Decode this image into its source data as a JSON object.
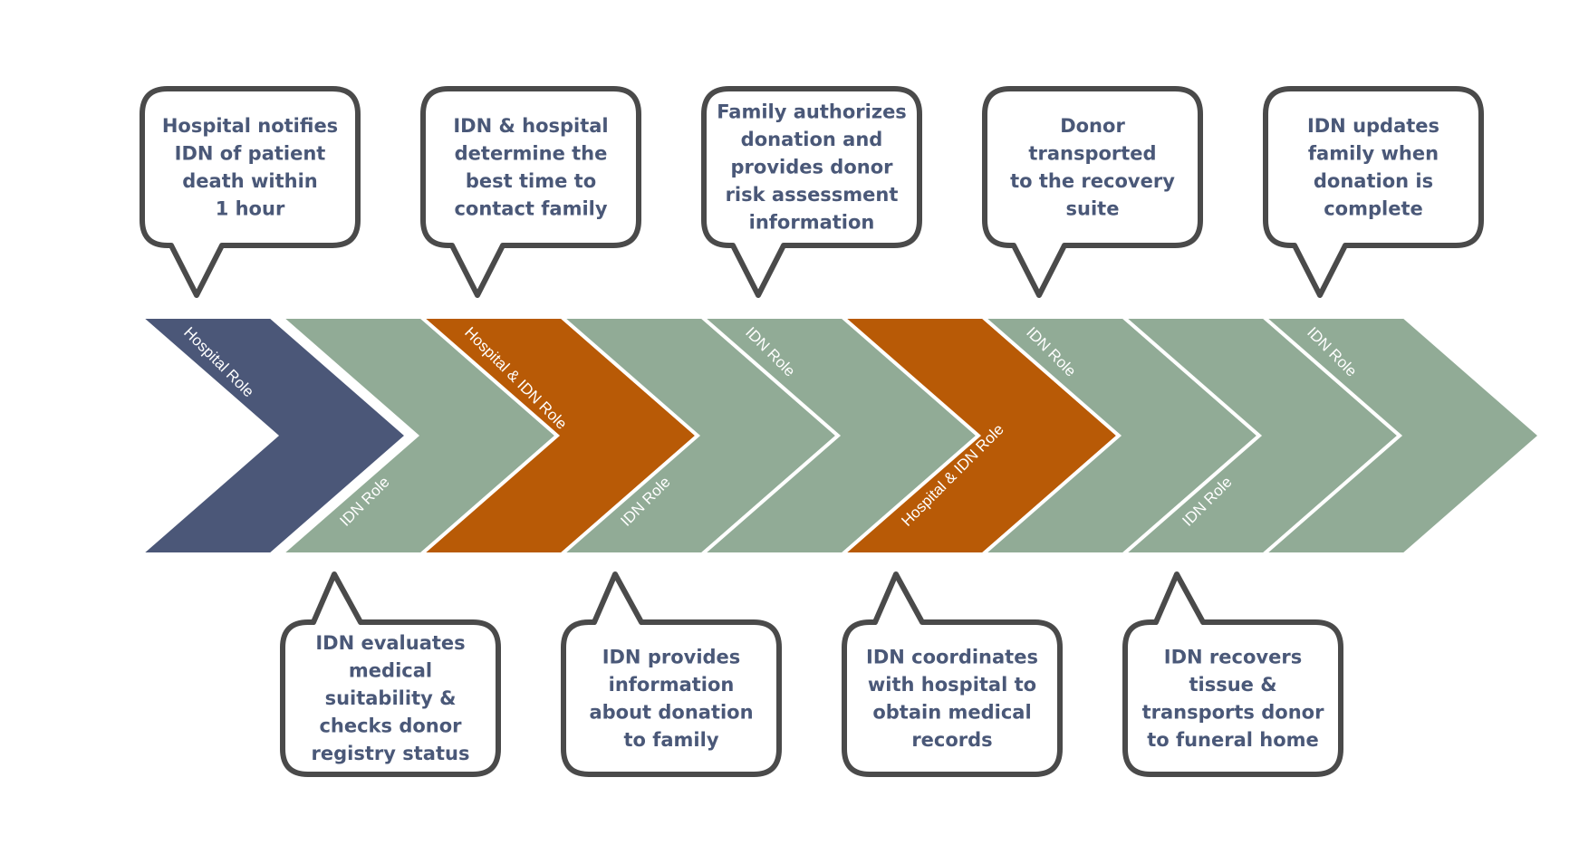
{
  "colors": {
    "hospital": "#4b5778",
    "idn": "#91ab96",
    "shared": "#b85a06",
    "bubble_text": "#4a5878",
    "bubble_border": "#4a4a4a"
  },
  "chevrons": [
    {
      "label": "Hospital Role",
      "role": "hospital",
      "label_pos": "top"
    },
    {
      "label": "IDN Role",
      "role": "idn",
      "label_pos": "bottom"
    },
    {
      "label": "Hospital & IDN Role",
      "role": "shared",
      "label_pos": "top"
    },
    {
      "label": "IDN Role",
      "role": "idn",
      "label_pos": "bottom"
    },
    {
      "label": "IDN Role",
      "role": "idn",
      "label_pos": "top"
    },
    {
      "label": "Hospital & IDN Role",
      "role": "shared",
      "label_pos": "bottom"
    },
    {
      "label": "IDN Role",
      "role": "idn",
      "label_pos": "top"
    },
    {
      "label": "IDN Role",
      "role": "idn",
      "label_pos": "bottom"
    },
    {
      "label": "IDN Role",
      "role": "idn",
      "label_pos": "top"
    }
  ],
  "bubbles": [
    {
      "step": 1,
      "position": "top",
      "lines": [
        "Hospital notifies",
        "IDN of patient",
        "death within",
        "1 hour"
      ]
    },
    {
      "step": 2,
      "position": "bottom",
      "lines": [
        "IDN evaluates",
        "medical",
        "suitability &",
        "checks donor",
        "registry status"
      ]
    },
    {
      "step": 3,
      "position": "top",
      "lines": [
        "IDN & hospital",
        "determine the",
        "best time to",
        "contact family"
      ]
    },
    {
      "step": 4,
      "position": "bottom",
      "lines": [
        "IDN provides",
        "information",
        "about donation",
        "to family"
      ]
    },
    {
      "step": 5,
      "position": "top",
      "lines": [
        "Family authorizes",
        "donation and",
        "provides donor",
        "risk assessment",
        "information"
      ]
    },
    {
      "step": 6,
      "position": "bottom",
      "lines": [
        "IDN coordinates",
        "with hospital to",
        "obtain medical",
        "records"
      ]
    },
    {
      "step": 7,
      "position": "top",
      "lines": [
        "Donor",
        "transported",
        "to the recovery",
        "suite"
      ]
    },
    {
      "step": 8,
      "position": "bottom",
      "lines": [
        "IDN recovers",
        "tissue &",
        "transports donor",
        "to funeral home"
      ]
    },
    {
      "step": 9,
      "position": "top",
      "lines": [
        "IDN updates",
        "family when",
        "donation is",
        "complete"
      ]
    }
  ]
}
